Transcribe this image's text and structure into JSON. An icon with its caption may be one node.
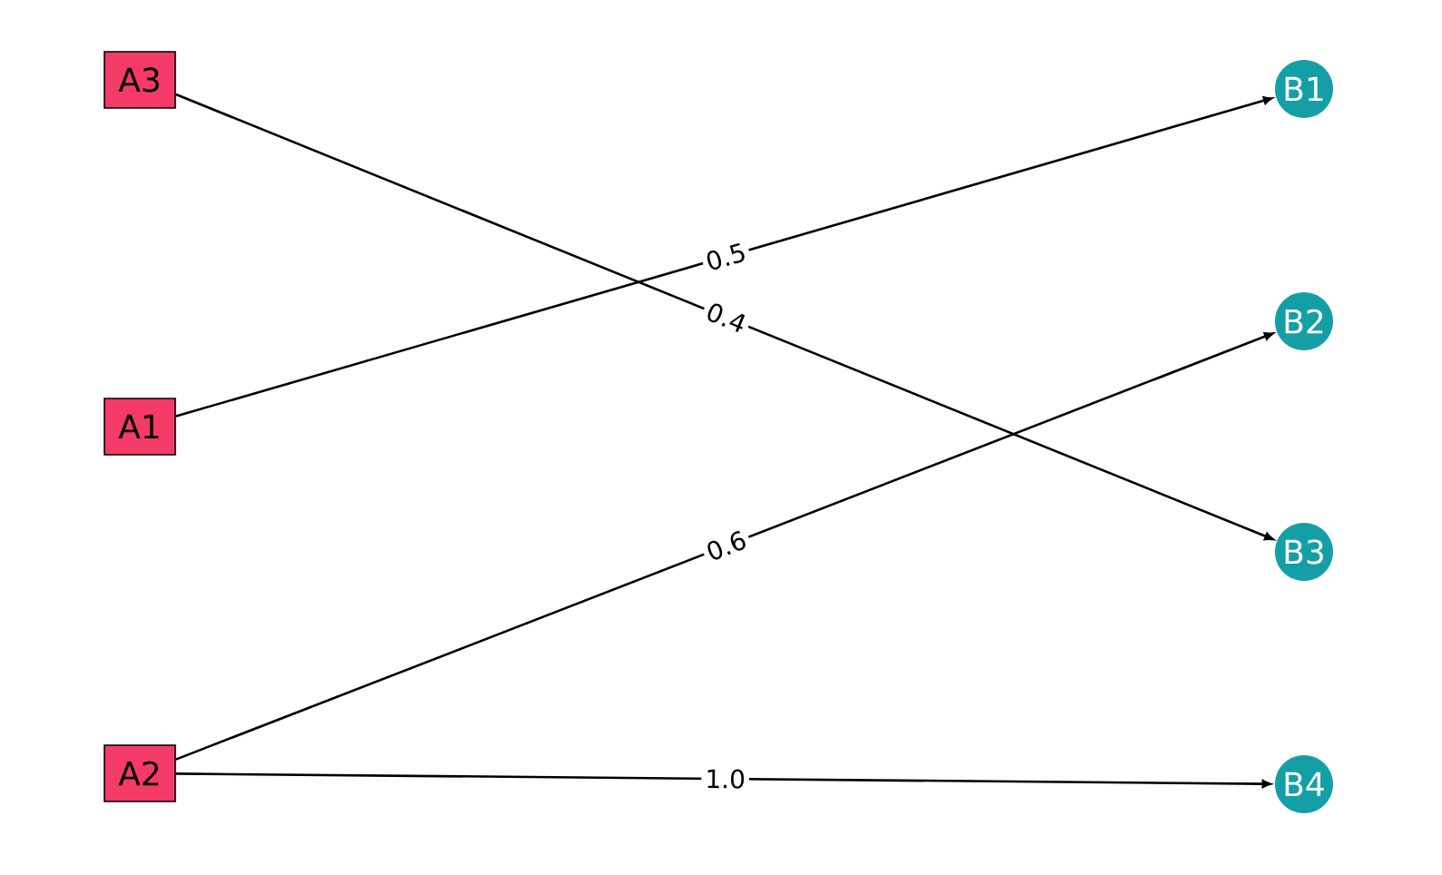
{
  "diagram": {
    "nodes": [
      {
        "text": [
          "A3"
        ]
      },
      {
        "text": [
          "A1"
        ]
      },
      {
        "text": [
          "A2"
        ]
      },
      {
        "text": [
          "B1"
        ]
      },
      {
        "text": [
          "B2"
        ]
      },
      {
        "text": [
          "B3"
        ]
      },
      {
        "text": [
          "B4"
        ]
      }
    ],
    "edges": [
      {
        "from": 1,
        "to": 3,
        "arrow": "to",
        "label": "0.5"
      },
      {
        "from": 0,
        "to": 5,
        "arrow": "to",
        "label": "0.4"
      },
      {
        "from": 2,
        "to": 4,
        "arrow": "to",
        "label": "0.6"
      },
      {
        "from": 2,
        "to": 6,
        "arrow": "to",
        "label": "1.0"
      }
    ]
  }
}
